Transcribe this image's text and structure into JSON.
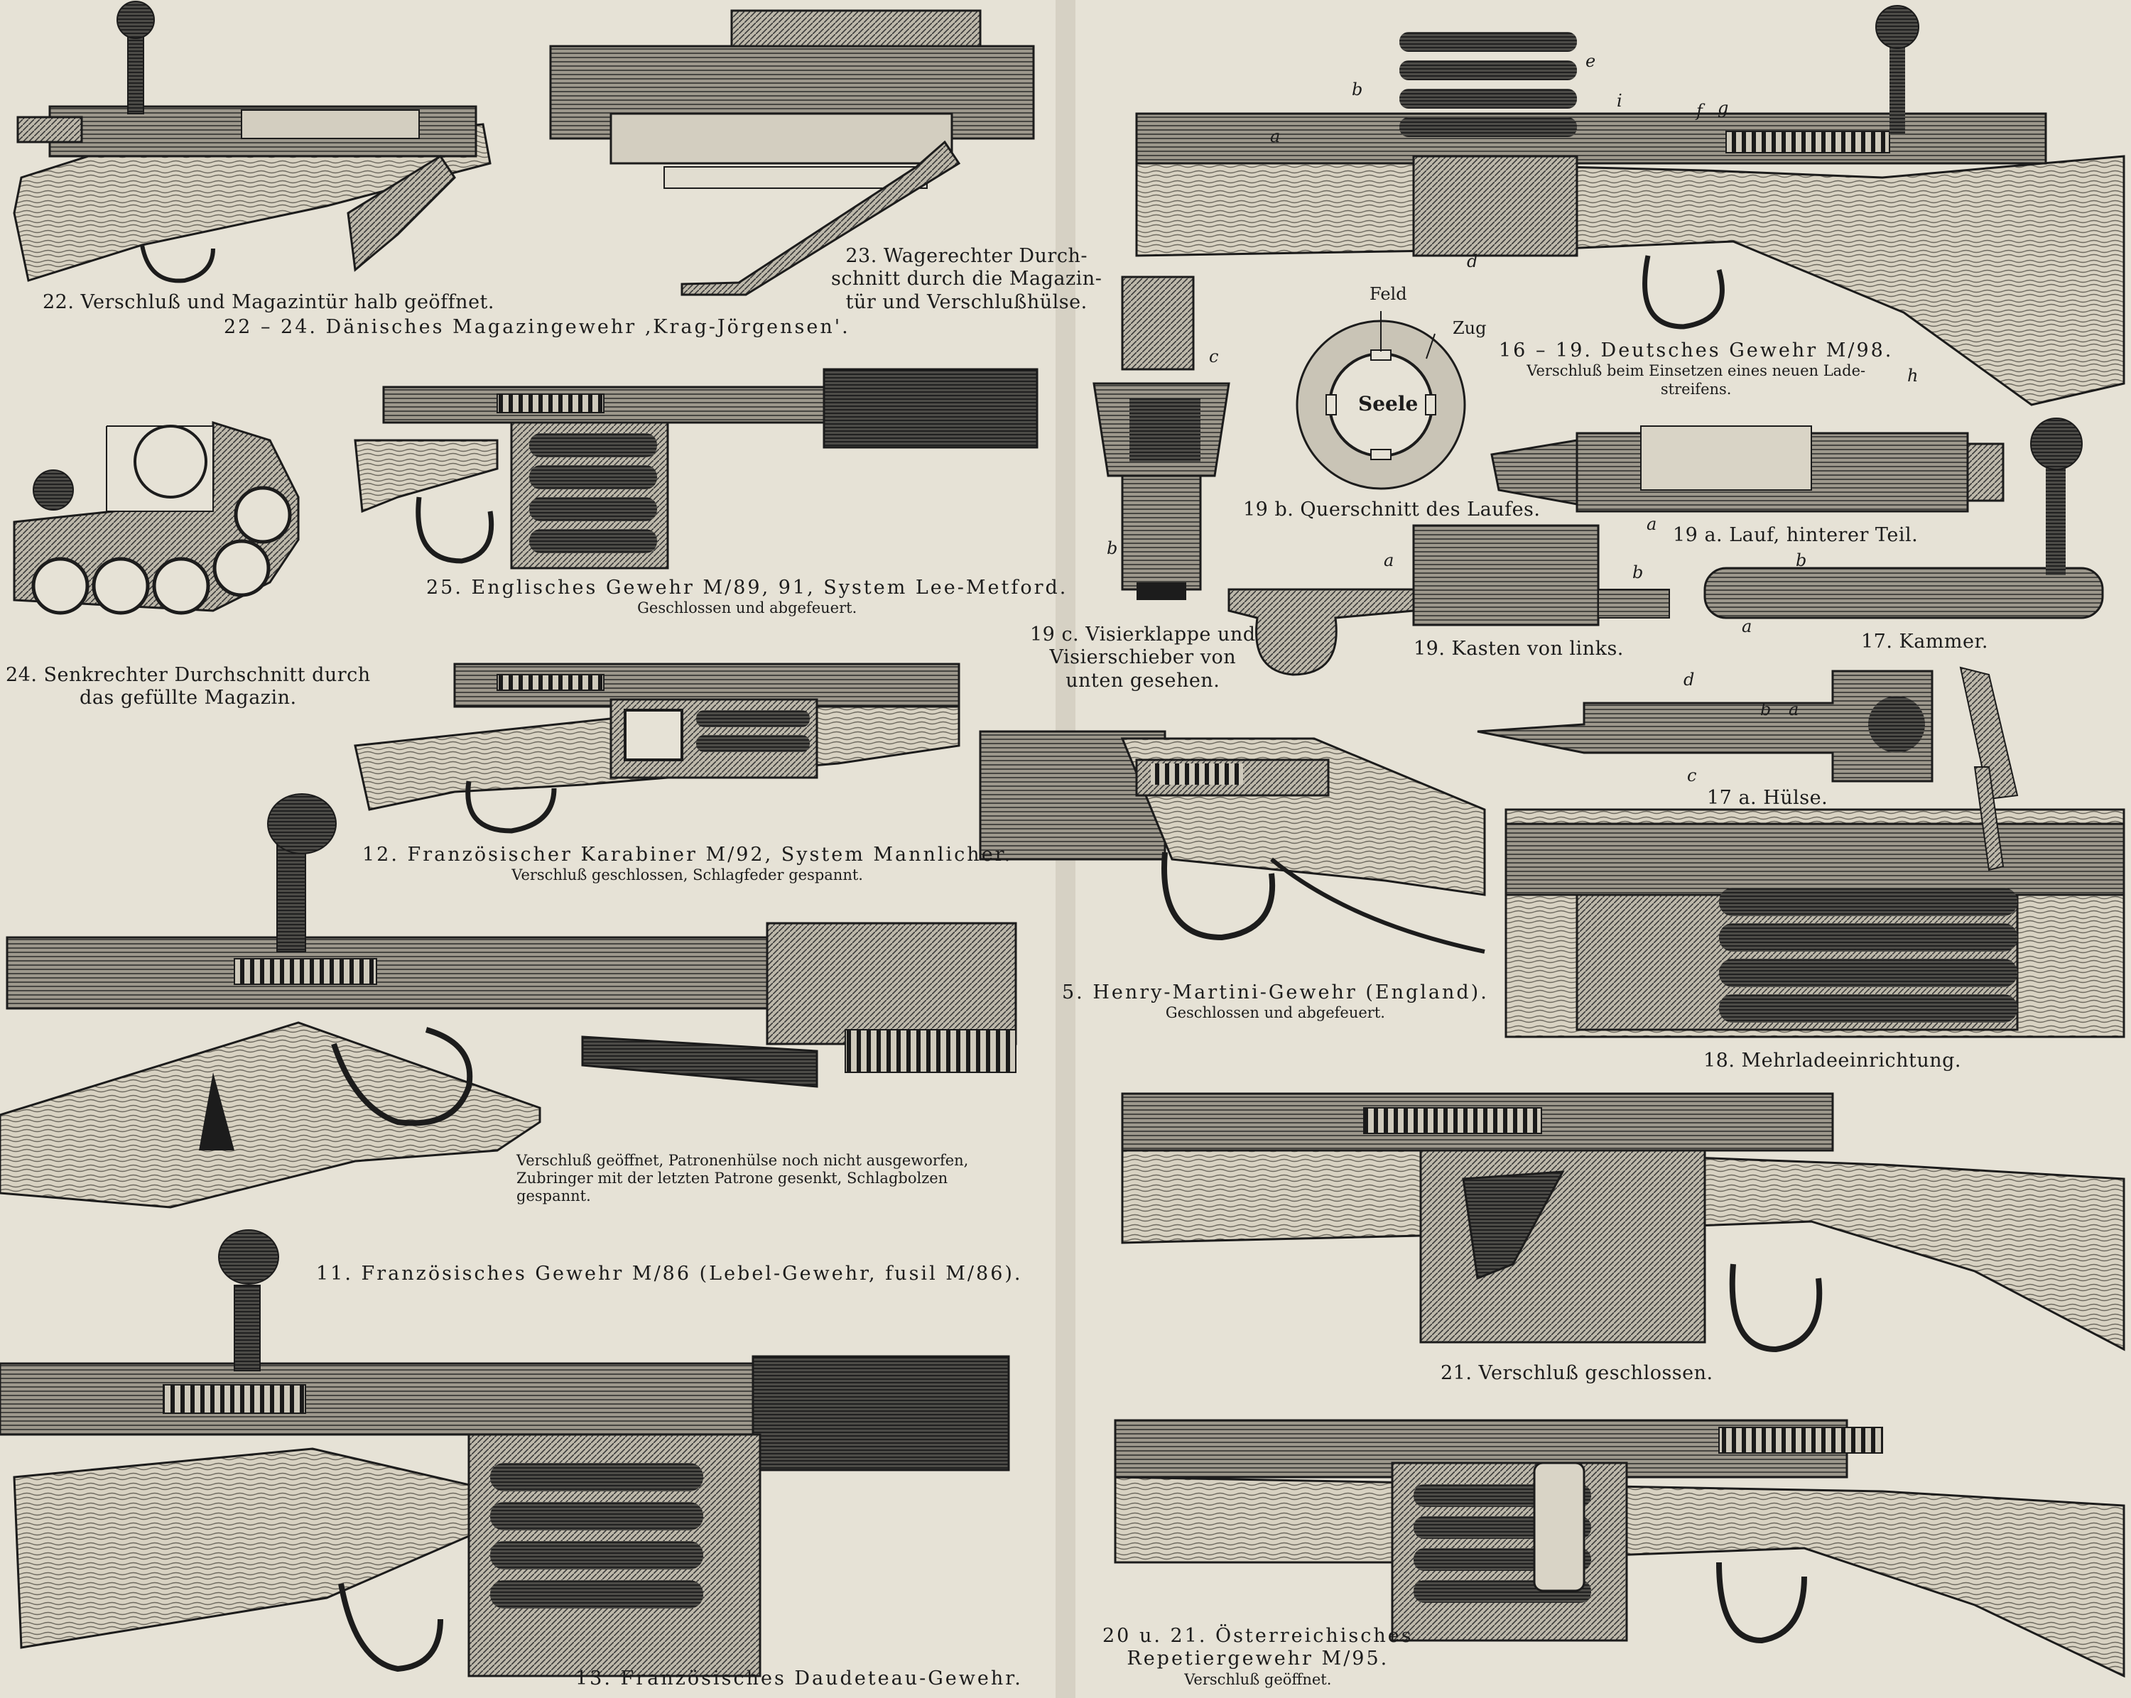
{
  "captions": {
    "fig22": "22. Verschluß und Magazintür halb geöffnet.",
    "fig22_24": "22 – 24. Dänisches Magazingewehr ‚Krag-Jörgensen'.",
    "fig23": [
      "23. Wagerechter Durch-",
      "schnitt durch die Magazin-",
      "tür und Verschlußhülse."
    ],
    "fig24": [
      "24. Senkrechter Durchschnitt durch",
      "das gefüllte Magazin."
    ],
    "fig25": {
      "title": "25. Englisches Gewehr M/89, 91, System Lee-Metford.",
      "sub": "Geschlossen und abgefeuert."
    },
    "fig12": {
      "title": "12. Französischer Karabiner M/92, System Mannlicher.",
      "sub": "Verschluß geschlossen, Schlagfeder gespannt."
    },
    "fig11_note": [
      "Verschluß geöffnet, Patronenhülse noch nicht ausgeworfen,",
      "Zubringer mit der letzten Patrone gesenkt, Schlagbolzen",
      "gespannt."
    ],
    "fig11": "11. Französisches Gewehr M/86 (Lebel-Gewehr, fusil M/86).",
    "fig13": "13. Französisches Daudeteau-Gewehr.",
    "fig16_19": {
      "title": "16 – 19. Deutsches Gewehr M/98.",
      "sub": [
        "Verschluß beim Einsetzen eines neuen Lade-",
        "streifens."
      ]
    },
    "fig19b": "19 b. Querschnitt des Laufes.",
    "fig19a": "19 a. Lauf, hinterer Teil.",
    "fig19c": [
      "19 c. Visierklappe und",
      "Visierschieber von",
      "unten gesehen."
    ],
    "fig19": "19. Kasten von links.",
    "fig17": "17. Kammer.",
    "fig17a": "17 a. Hülse.",
    "fig5": {
      "title": "5. Henry-Martini-Gewehr (England).",
      "sub": "Geschlossen und abgefeuert."
    },
    "fig18": "18. Mehrladeeinrichtung.",
    "fig21": "21. Verschluß geschlossen.",
    "fig20_21": {
      "title": [
        "20 u. 21. Österreichisches",
        "Repetiergewehr M/95."
      ],
      "sub": "Verschluß geöffnet."
    }
  },
  "diagram_labels": {
    "feld": "Feld",
    "zug": "Zug",
    "seele": "Seele",
    "a": "a",
    "b": "b",
    "c": "c",
    "d": "d",
    "e": "e",
    "f": "f",
    "g": "g",
    "h": "h",
    "i": "i"
  }
}
